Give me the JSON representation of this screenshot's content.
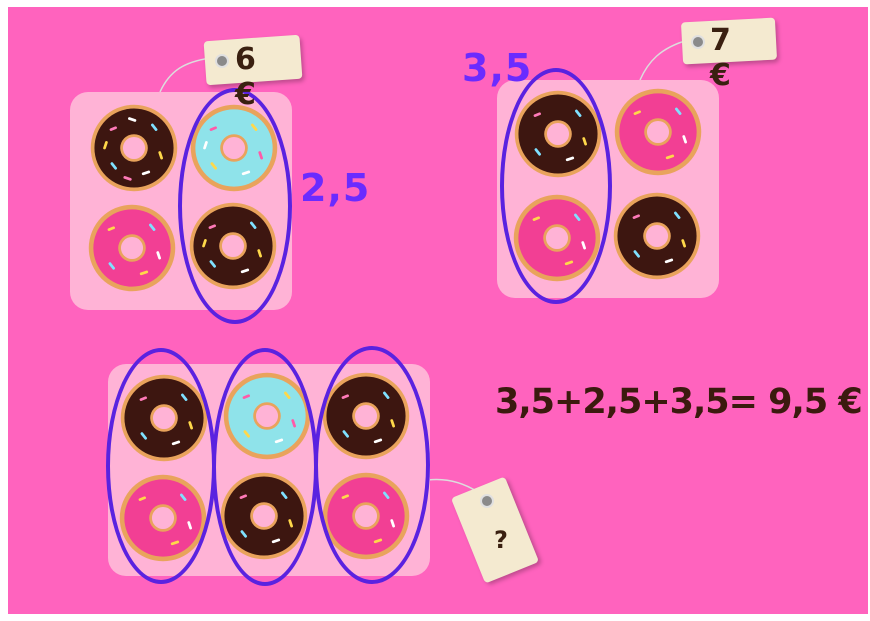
{
  "price_tags": {
    "box1": "6 €",
    "box2": "7 €",
    "box3": "?"
  },
  "labels": {
    "box1_pair": "2,5",
    "box2_pair": "3,5"
  },
  "equation": "3,5+2,5+3,5= 9,5 €",
  "colors": {
    "background": "#ff63be",
    "tray": "#ffb3d6",
    "oval": "#5a22e0",
    "label_blue": "#6a2bff"
  }
}
